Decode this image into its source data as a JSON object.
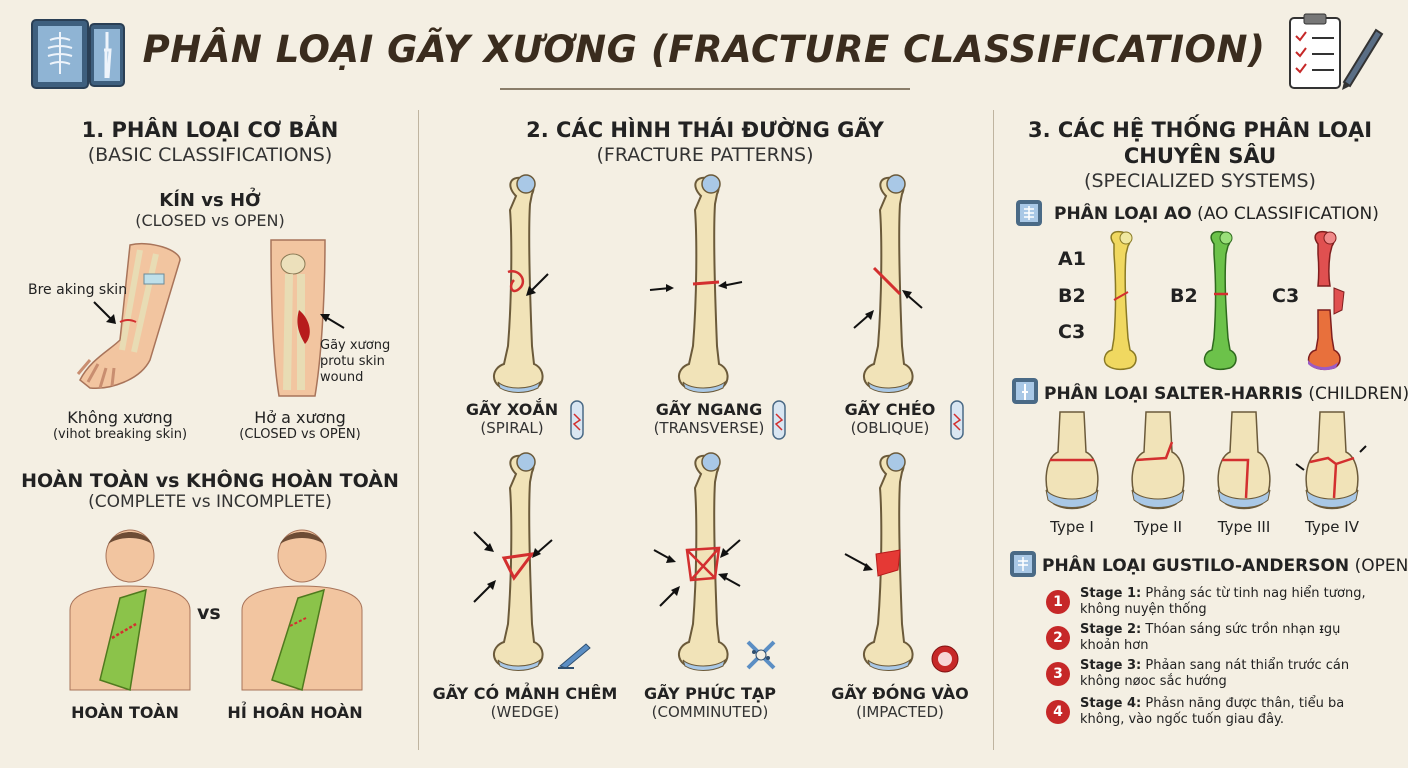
{
  "header": {
    "title": "PHÂN LOẠI GÃY XƯƠNG (FRACTURE CLASSIFICATION)"
  },
  "section1": {
    "title": "1. PHÂN LOẠI CƠ BẢN",
    "subtitle": "(BASIC CLASSIFICATIONS)",
    "closed_open": {
      "title": "KÍN vs HỞ",
      "subtitle": "(CLOSED vs OPEN)",
      "left_annotation": "Bre aking skin",
      "right_annotation": [
        "Gãy xương",
        "protu skin",
        "wound"
      ],
      "left_label": "Không xương",
      "left_sub": "(vihot breaking skin)",
      "right_label": "Hở a xương",
      "right_sub": "(CLOSED vs OPEN)"
    },
    "complete": {
      "title": "HOÀN TOÀN vs KHÔNG HOÀN TOÀN",
      "subtitle": "(COMPLETE vs INCOMPLETE)",
      "vs": "vs",
      "left_label": "HOÀN TOÀN",
      "right_label": "HỈ HOÂN HOÀN"
    }
  },
  "section2": {
    "title": "2. CÁC HÌNH THÁI ĐƯỜNG GÃY",
    "subtitle": "(FRACTURE PATTERNS)",
    "patterns": [
      {
        "label": "GÃY XOẮN",
        "sub": "(SPIRAL)",
        "icon": "xray-film-icon"
      },
      {
        "label": "GÃY NGANG",
        "sub": "(TRANSVERSE)",
        "icon": "xray-film-icon"
      },
      {
        "label": "GÃY CHÉO",
        "sub": "(OBLIQUE)",
        "icon": "xray-film-icon"
      },
      {
        "label": "GÃY CÓ MẢNH CHÊM",
        "sub": "(WEDGE)",
        "icon": "wedge-tool-icon"
      },
      {
        "label": "GÃY PHỨC TẠP",
        "sub": "(COMMINUTED)",
        "icon": "fragments-icon"
      },
      {
        "label": "GÃY ĐÓNG VÀO",
        "sub": "(IMPACTED)",
        "icon": "impact-icon"
      }
    ]
  },
  "section3": {
    "title_line1": "3. CÁC HỆ THỐNG PHÂN LOẠI",
    "title_line2": "CHUYÊN SÂU",
    "subtitle": "(SPECIALIZED SYSTEMS)",
    "ao": {
      "title_bold": "PHÂN LOẠI AO",
      "title_rest": " (AO CLASSIFICATION)",
      "labels": [
        "A1",
        "B2",
        "C3",
        "B2",
        "C3"
      ],
      "colors": [
        "#f0d860",
        "#6cc24a",
        "#e05050"
      ]
    },
    "salter_harris": {
      "title_bold": "PHÂN LOẠI SALTER-HARRIS",
      "title_rest": " (CHILDREN)",
      "types": [
        "Type I",
        "Type II",
        "Type III",
        "Type IV"
      ]
    },
    "gustilo": {
      "title_bold": "PHÂN LOẠI GUSTILO-ANDERSON",
      "title_rest": " (OPEN)",
      "stages": [
        {
          "num": "1",
          "label": "Stage 1:",
          "text": " Phảng sác từ tinh nag hiển tương, không nuyện thống"
        },
        {
          "num": "2",
          "label": "Stage 2:",
          "text": " Thóan sáng sức trồn nhạn ᵻgụ khoản hơn"
        },
        {
          "num": "3",
          "label": "Stage 3:",
          "text": " Phảan sang nát thiẩn trước cán không nøoc sắc hướng"
        },
        {
          "num": "4",
          "label": "Stage 4:",
          "text": " Phảsn năng được thân, tiểu ba không, vào ngốc tuốn giau đây."
        }
      ]
    }
  },
  "colors": {
    "bone": "#f1e3b8",
    "bone_outline": "#6b5a3a",
    "joint": "#a9c8e6",
    "fracture": "#d32f2f",
    "background": "#f4efe3"
  }
}
